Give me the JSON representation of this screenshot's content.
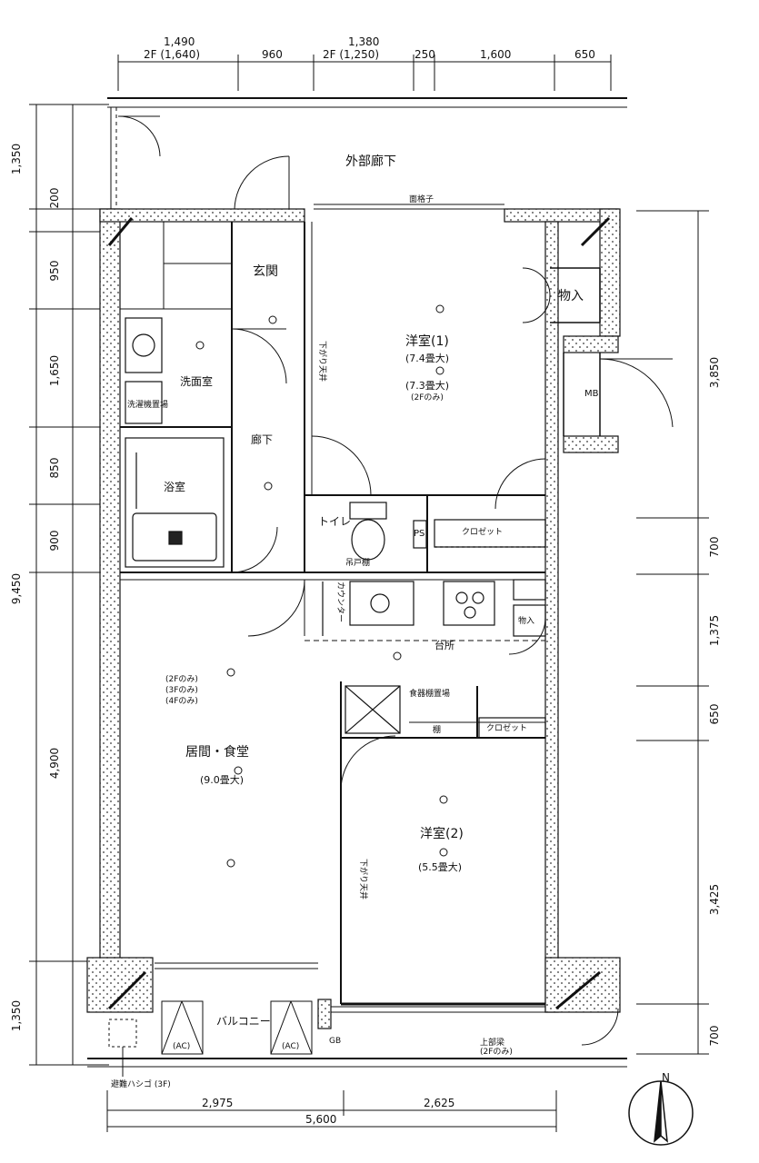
{
  "dimensions_top": [
    "1,490",
    "2F (1,640)",
    "960",
    "1,380",
    "2F (1,250)",
    "250",
    "1,600",
    "650"
  ],
  "dimensions_left": [
    "1,350",
    "200",
    "950",
    "1,650",
    "850",
    "900",
    "9,450",
    "4,900",
    "1,350"
  ],
  "dimensions_right": [
    "3,850",
    "700",
    "1,375",
    "650",
    "3,425",
    "700"
  ],
  "dimensions_bottom": [
    "2,975",
    "2,625",
    "5,600"
  ],
  "rooms": {
    "corridor": "外部廊下",
    "entrance": "玄関",
    "hall": "廊下",
    "washroom": "洗面室",
    "bath": "浴室",
    "toilet": "トイレ",
    "kitchen": "台所",
    "living": "居間・食堂",
    "living_size": "(9.0畳大)",
    "western1": "洋室(1)",
    "western1_size": "(7.4畳大)",
    "western1_size_alt": "(7.3畳大)",
    "western1_note": "(2Fのみ)",
    "western2": "洋室(2)",
    "western2_size": "(5.5畳大)",
    "balcony": "バルコニー",
    "storage": "物入",
    "storage_small": "物入",
    "closet": "クロゼット",
    "closet2": "クロゼット",
    "ps": "PS",
    "mb": "MB"
  },
  "notes": {
    "lattice": "面格子",
    "overhead": "下がり天井",
    "hanging_cabinet": "吊戸棚",
    "counter": "カウンター",
    "hanging_cabinet2": "食器棚置場",
    "shelf": "棚",
    "wash": "洗濯機置場",
    "floor_note1": "(2Fのみ)",
    "floor_note2": "(3Fのみ)",
    "floor_note3": "(4Fのみ)",
    "escape": "避難ハシゴ (3F)",
    "gb": "GB",
    "upper_note": "上部梁",
    "upper_note2": "(2Fのみ)",
    "ac1": "(AC)",
    "ac2": "(AC)",
    "toilet_cabinet": "吊戸棚",
    "ts": "下がり天井"
  },
  "compass": "N"
}
